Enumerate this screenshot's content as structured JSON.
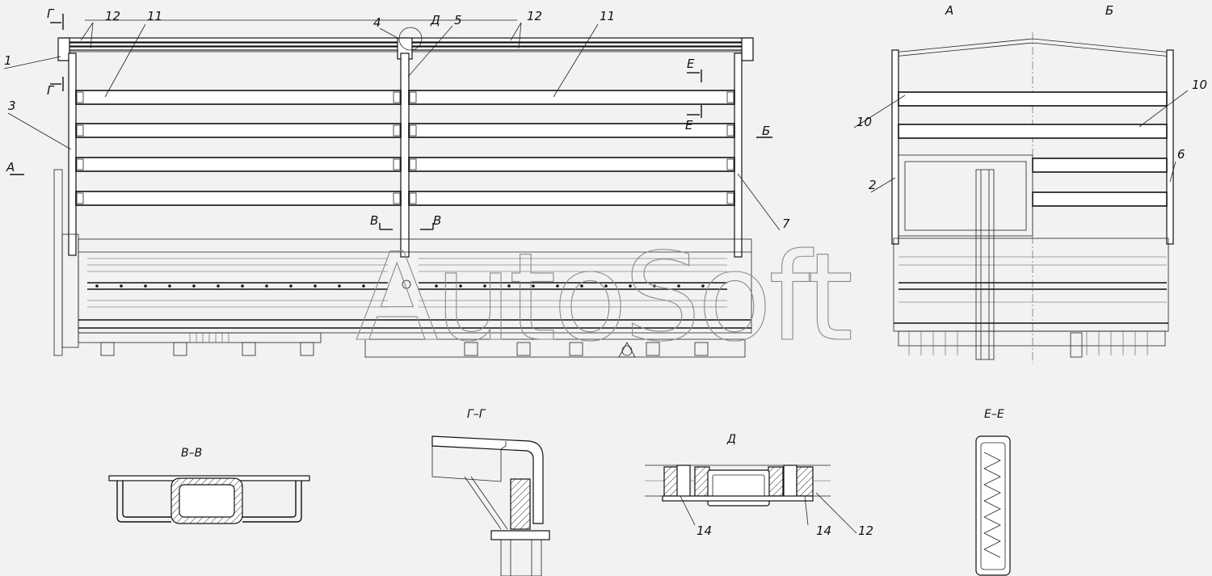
{
  "drawing": {
    "watermark": "AutoSoft",
    "view_labels": {
      "view_a": "А",
      "view_b": "Б",
      "section_vv": "В–В",
      "section_gg": "Г–Г",
      "detail_d": "Д",
      "section_ee": "Е–Е"
    },
    "markers": {
      "g_top": "Г",
      "g_side": "Г",
      "d_top": "Д",
      "e_top": "Е",
      "e_bottom": "Е",
      "b_arrow": "Б",
      "a_arrow": "А",
      "v_left": "В",
      "v_right": "В"
    },
    "callouts": {
      "c1": "1",
      "c2": "2",
      "c3": "3",
      "c4": "4",
      "c5": "5",
      "c6": "6",
      "c7": "7",
      "c10a": "10",
      "c10b": "10",
      "c11a": "11",
      "c11b": "11",
      "c12a": "12",
      "c12b": "12",
      "c12c": "12",
      "c14a": "14",
      "c14b": "14"
    }
  }
}
